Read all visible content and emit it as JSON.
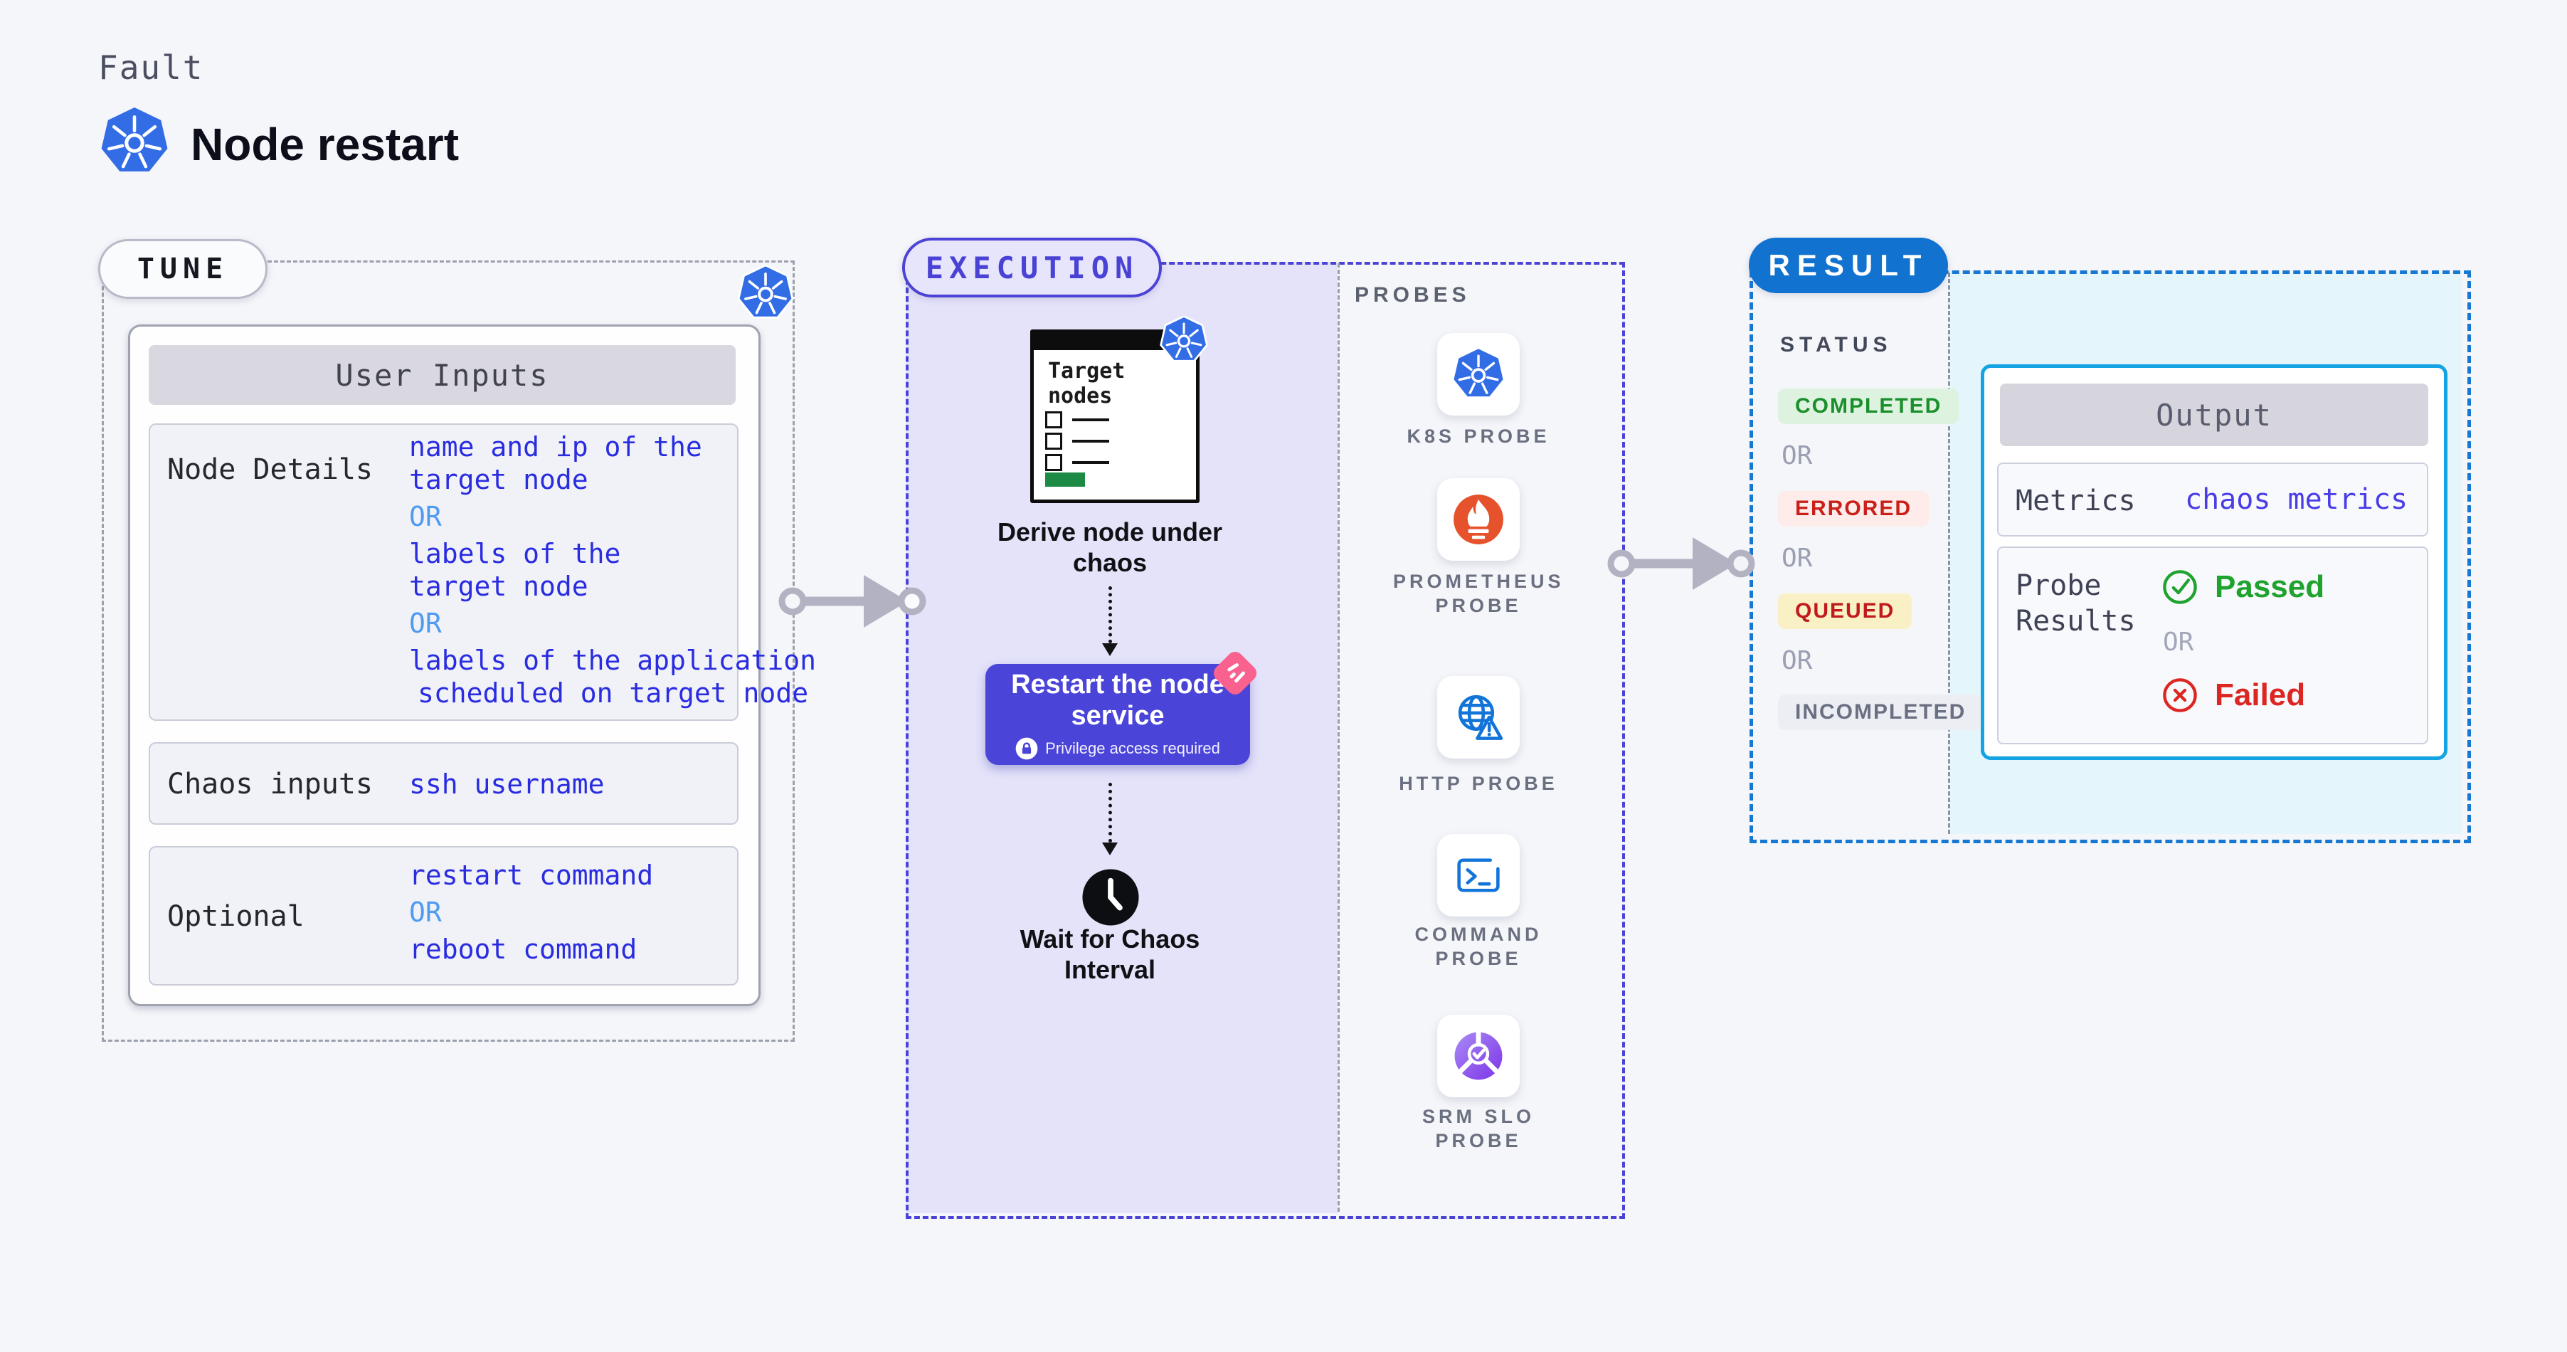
{
  "header": {
    "eyebrow": "Fault",
    "title": "Node restart"
  },
  "tune": {
    "pill": "TUNE",
    "table_title": "User Inputs",
    "rows": [
      {
        "label": "Node Details",
        "lines": [
          "name and ip of the",
          "target node",
          "OR",
          "labels of the",
          "target node",
          "OR",
          "labels of the application",
          "scheduled on target node"
        ]
      },
      {
        "label": "Chaos inputs",
        "lines": [
          "ssh username"
        ]
      },
      {
        "label": "Optional",
        "lines": [
          "restart command",
          "OR",
          "reboot command"
        ]
      }
    ]
  },
  "execution": {
    "pill": "EXECUTION",
    "target_card_title": "Target nodes",
    "derive_label": "Derive node under chaos",
    "restart_title": "Restart the node service",
    "restart_caption": "Privilege access required",
    "wait_label": "Wait for Chaos Interval",
    "probes_title": "PROBES",
    "probes": {
      "k8s": "K8S PROBE",
      "prometheus": "PROMETHEUS PROBE",
      "http": "HTTP PROBE",
      "command": "COMMAND PROBE",
      "srm": "SRM SLO PROBE"
    }
  },
  "result": {
    "pill": "RESULT",
    "status_title": "STATUS",
    "statuses": {
      "completed": "COMPLETED",
      "or": "OR",
      "errored": "ERRORED",
      "queued": "QUEUED",
      "incompleted": "INCOMPLETED"
    },
    "output": {
      "title": "Output",
      "metrics_label": "Metrics",
      "metrics_value": "chaos metrics",
      "probe_label": "Probe Results",
      "passed": "Passed",
      "or": "OR",
      "failed": "Failed"
    }
  },
  "colors": {
    "page_bg": "#f5f6fa",
    "execution_purple": "#4b43d5",
    "execution_fill": "#e4e3fa",
    "restart_button": "#4b44d8",
    "chaos_pink": "#f9618f",
    "result_blue": "#1173cf",
    "result_fill": "#e4f5fc",
    "output_border": "#14a3e3",
    "kubernetes_blue": "#326de6",
    "prometheus_orange": "#e6522c",
    "value_blue": "#2a2ce0",
    "or_light_blue": "#4f9bf1",
    "completed_green": "#1a8f2b",
    "errored_red": "#c92019",
    "queued_yellow_bg": "#faf0c6",
    "passed_green": "#1fa22e",
    "failed_red": "#dc2622",
    "target_green_bar": "#1d8b45"
  }
}
